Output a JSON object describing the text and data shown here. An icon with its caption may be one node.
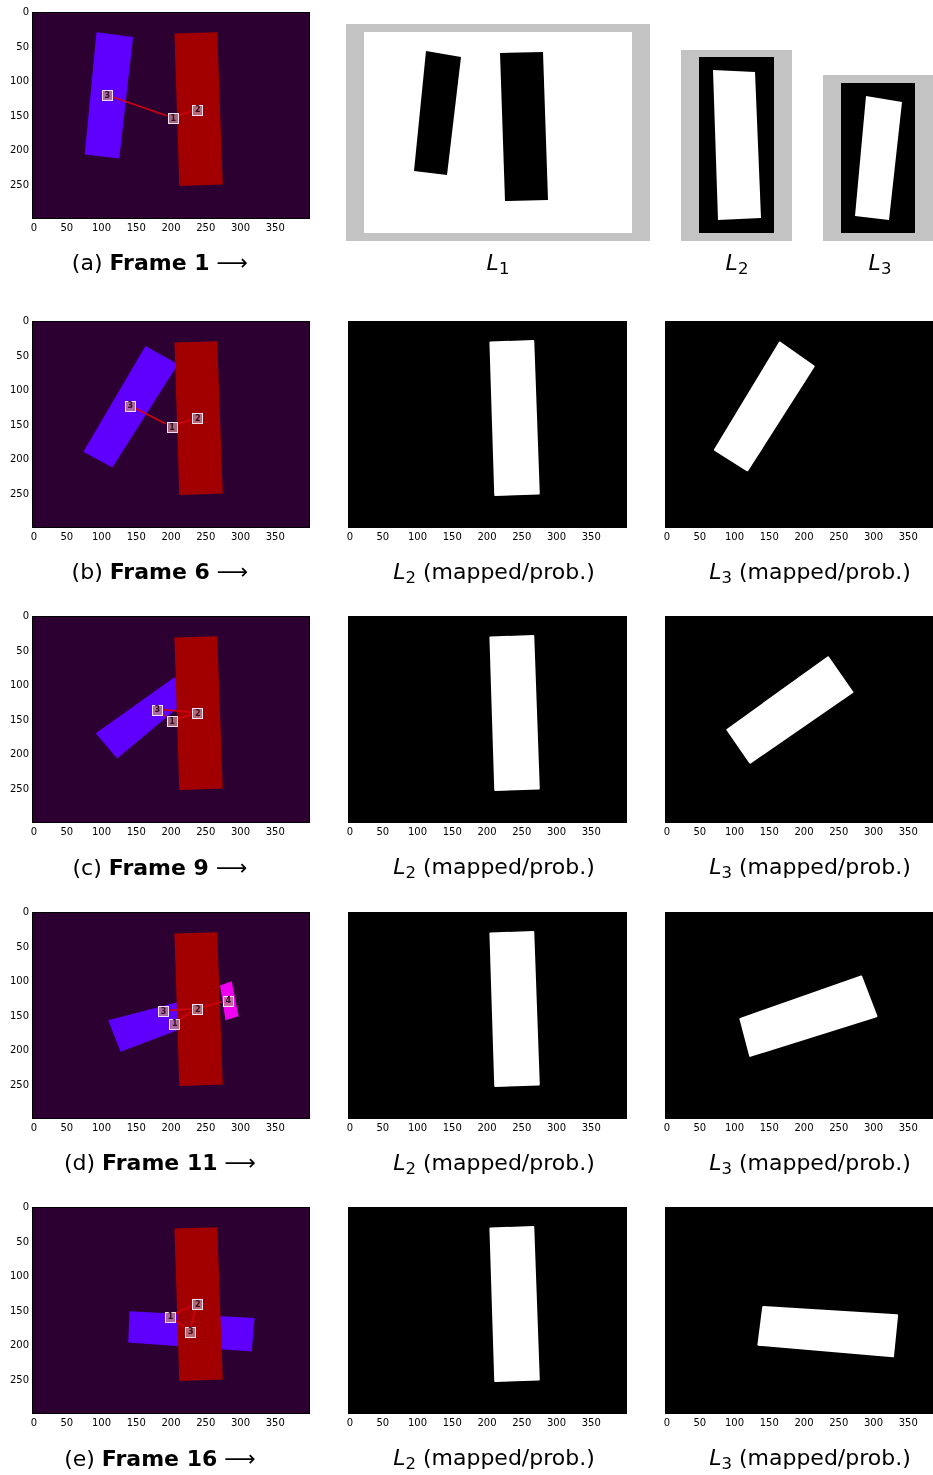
{
  "diagram": {
    "nodes": [
      {
        "text": [],
        "shape": "picture",
        "beside": [
          "(a) **Frame 1** ⟶"
        ]
      },
      {
        "text": [
          "3"
        ],
        "in": 0
      },
      {
        "text": [
          "1"
        ],
        "in": 0
      },
      {
        "text": [
          "2"
        ],
        "in": 0
      },
      {
        "text": [],
        "shape": "picture",
        "beside": [
          "*L*$_{1}$"
        ]
      },
      {
        "text": [],
        "shape": "picture",
        "beside": [
          "*L*$_{2}$"
        ]
      },
      {
        "text": [],
        "shape": "picture",
        "beside": [
          "*L*$_{3}$"
        ]
      },
      {
        "text": [],
        "shape": "picture",
        "beside": [
          "(b) **Frame 6** ⟶"
        ]
      },
      {
        "text": [
          "3"
        ],
        "in": 7
      },
      {
        "text": [
          "1"
        ],
        "in": 7
      },
      {
        "text": [
          "2"
        ],
        "in": 7
      },
      {
        "text": [],
        "shape": "picture",
        "beside": [
          "*L*$_{2}$ (mapped/prob.)"
        ]
      },
      {
        "text": [],
        "shape": "picture",
        "beside": [
          "*L*$_{3}$ (mapped/prob.)"
        ]
      },
      {
        "text": [],
        "shape": "picture",
        "beside": [
          "(c) **Frame 9** ⟶"
        ]
      },
      {
        "text": [
          "3"
        ],
        "in": 13
      },
      {
        "text": [
          "1"
        ],
        "in": 13
      },
      {
        "text": [
          "2"
        ],
        "in": 13
      },
      {
        "text": [],
        "shape": "picture",
        "beside": [
          "*L*$_{2}$ (mapped/prob.)"
        ]
      },
      {
        "text": [],
        "shape": "picture",
        "beside": [
          "*L*$_{3}$ (mapped/prob.)"
        ]
      },
      {
        "text": [],
        "shape": "picture",
        "beside": [
          "(d) **Frame 11** ⟶"
        ]
      },
      {
        "text": [
          "3"
        ],
        "in": 19
      },
      {
        "text": [
          "1"
        ],
        "in": 19
      },
      {
        "text": [
          "2"
        ],
        "in": 19
      },
      {
        "text": [
          "4"
        ],
        "in": 19
      },
      {
        "text": [],
        "shape": "picture",
        "beside": [
          "*L*$_{2}$ (mapped/prob.)"
        ]
      },
      {
        "text": [],
        "shape": "picture",
        "beside": [
          "*L*$_{3}$ (mapped/prob.)"
        ]
      },
      {
        "text": [],
        "shape": "picture",
        "beside": [
          "(e) **Frame 16** ⟶"
        ]
      },
      {
        "text": [
          "1"
        ],
        "in": 26
      },
      {
        "text": [
          "2"
        ],
        "in": 26
      },
      {
        "text": [
          "3"
        ],
        "in": 26
      },
      {
        "text": [],
        "shape": "picture",
        "beside": [
          "*L*$_{2}$ (mapped/prob.)"
        ]
      },
      {
        "text": [],
        "shape": "picture",
        "beside": [
          "*L*$_{3}$ (mapped/prob.)"
        ]
      }
    ],
    "edges": [
      {
        "from": 1,
        "to": 2,
        "arrow": "none"
      },
      {
        "from": 2,
        "to": 3,
        "arrow": "none"
      },
      {
        "from": 8,
        "to": 9,
        "arrow": "none"
      },
      {
        "from": 9,
        "to": 10,
        "arrow": "none"
      },
      {
        "from": 14,
        "to": 16,
        "arrow": "none"
      },
      {
        "from": 14,
        "to": 15,
        "arrow": "none"
      },
      {
        "from": 15,
        "to": 16,
        "arrow": "none"
      },
      {
        "from": 20,
        "to": 22,
        "arrow": "none"
      },
      {
        "from": 21,
        "to": 22,
        "arrow": "none"
      },
      {
        "from": 22,
        "to": 23,
        "arrow": "none"
      },
      {
        "from": 27,
        "to": 28,
        "arrow": "none"
      },
      {
        "from": 27,
        "to": 29,
        "arrow": "none"
      },
      {
        "from": 28,
        "to": 29,
        "arrow": "none"
      }
    ],
    "labels": [
      "0",
      "50",
      "100",
      "150",
      "200",
      "250",
      "0",
      "50",
      "100",
      "150",
      "200",
      "250",
      "300",
      "350",
      "0",
      "50",
      "100",
      "150",
      "200",
      "250",
      "0",
      "50",
      "100",
      "150",
      "200",
      "250",
      "300",
      "350",
      "0",
      "50",
      "100",
      "150",
      "200",
      "250",
      "300",
      "350",
      "0",
      "50",
      "100",
      "150",
      "200",
      "250",
      "300",
      "350",
      "0",
      "50",
      "100",
      "150",
      "200",
      "250",
      "0",
      "50",
      "100",
      "150",
      "200",
      "250",
      "300",
      "350",
      "0",
      "50",
      "100",
      "150",
      "200",
      "250",
      "300",
      "350",
      "0",
      "50",
      "100",
      "150",
      "200",
      "250",
      "300",
      "350",
      "0",
      "50",
      "100",
      "150",
      "200",
      "250",
      "0",
      "50",
      "100",
      "150",
      "200",
      "250",
      "300",
      "350",
      "0",
      "50",
      "100",
      "150",
      "200",
      "250",
      "300",
      "350",
      "0",
      "50",
      "100",
      "150",
      "200",
      "250",
      "300",
      "350",
      "0",
      "50",
      "100",
      "150",
      "200",
      "250",
      "0",
      "50",
      "100",
      "150",
      "200",
      "250",
      "300",
      "350",
      "0",
      "50",
      "100",
      "150",
      "200",
      "250",
      "300",
      "350",
      "0",
      "50",
      "100",
      "150",
      "200",
      "250",
      "300",
      "350"
    ]
  }
}
